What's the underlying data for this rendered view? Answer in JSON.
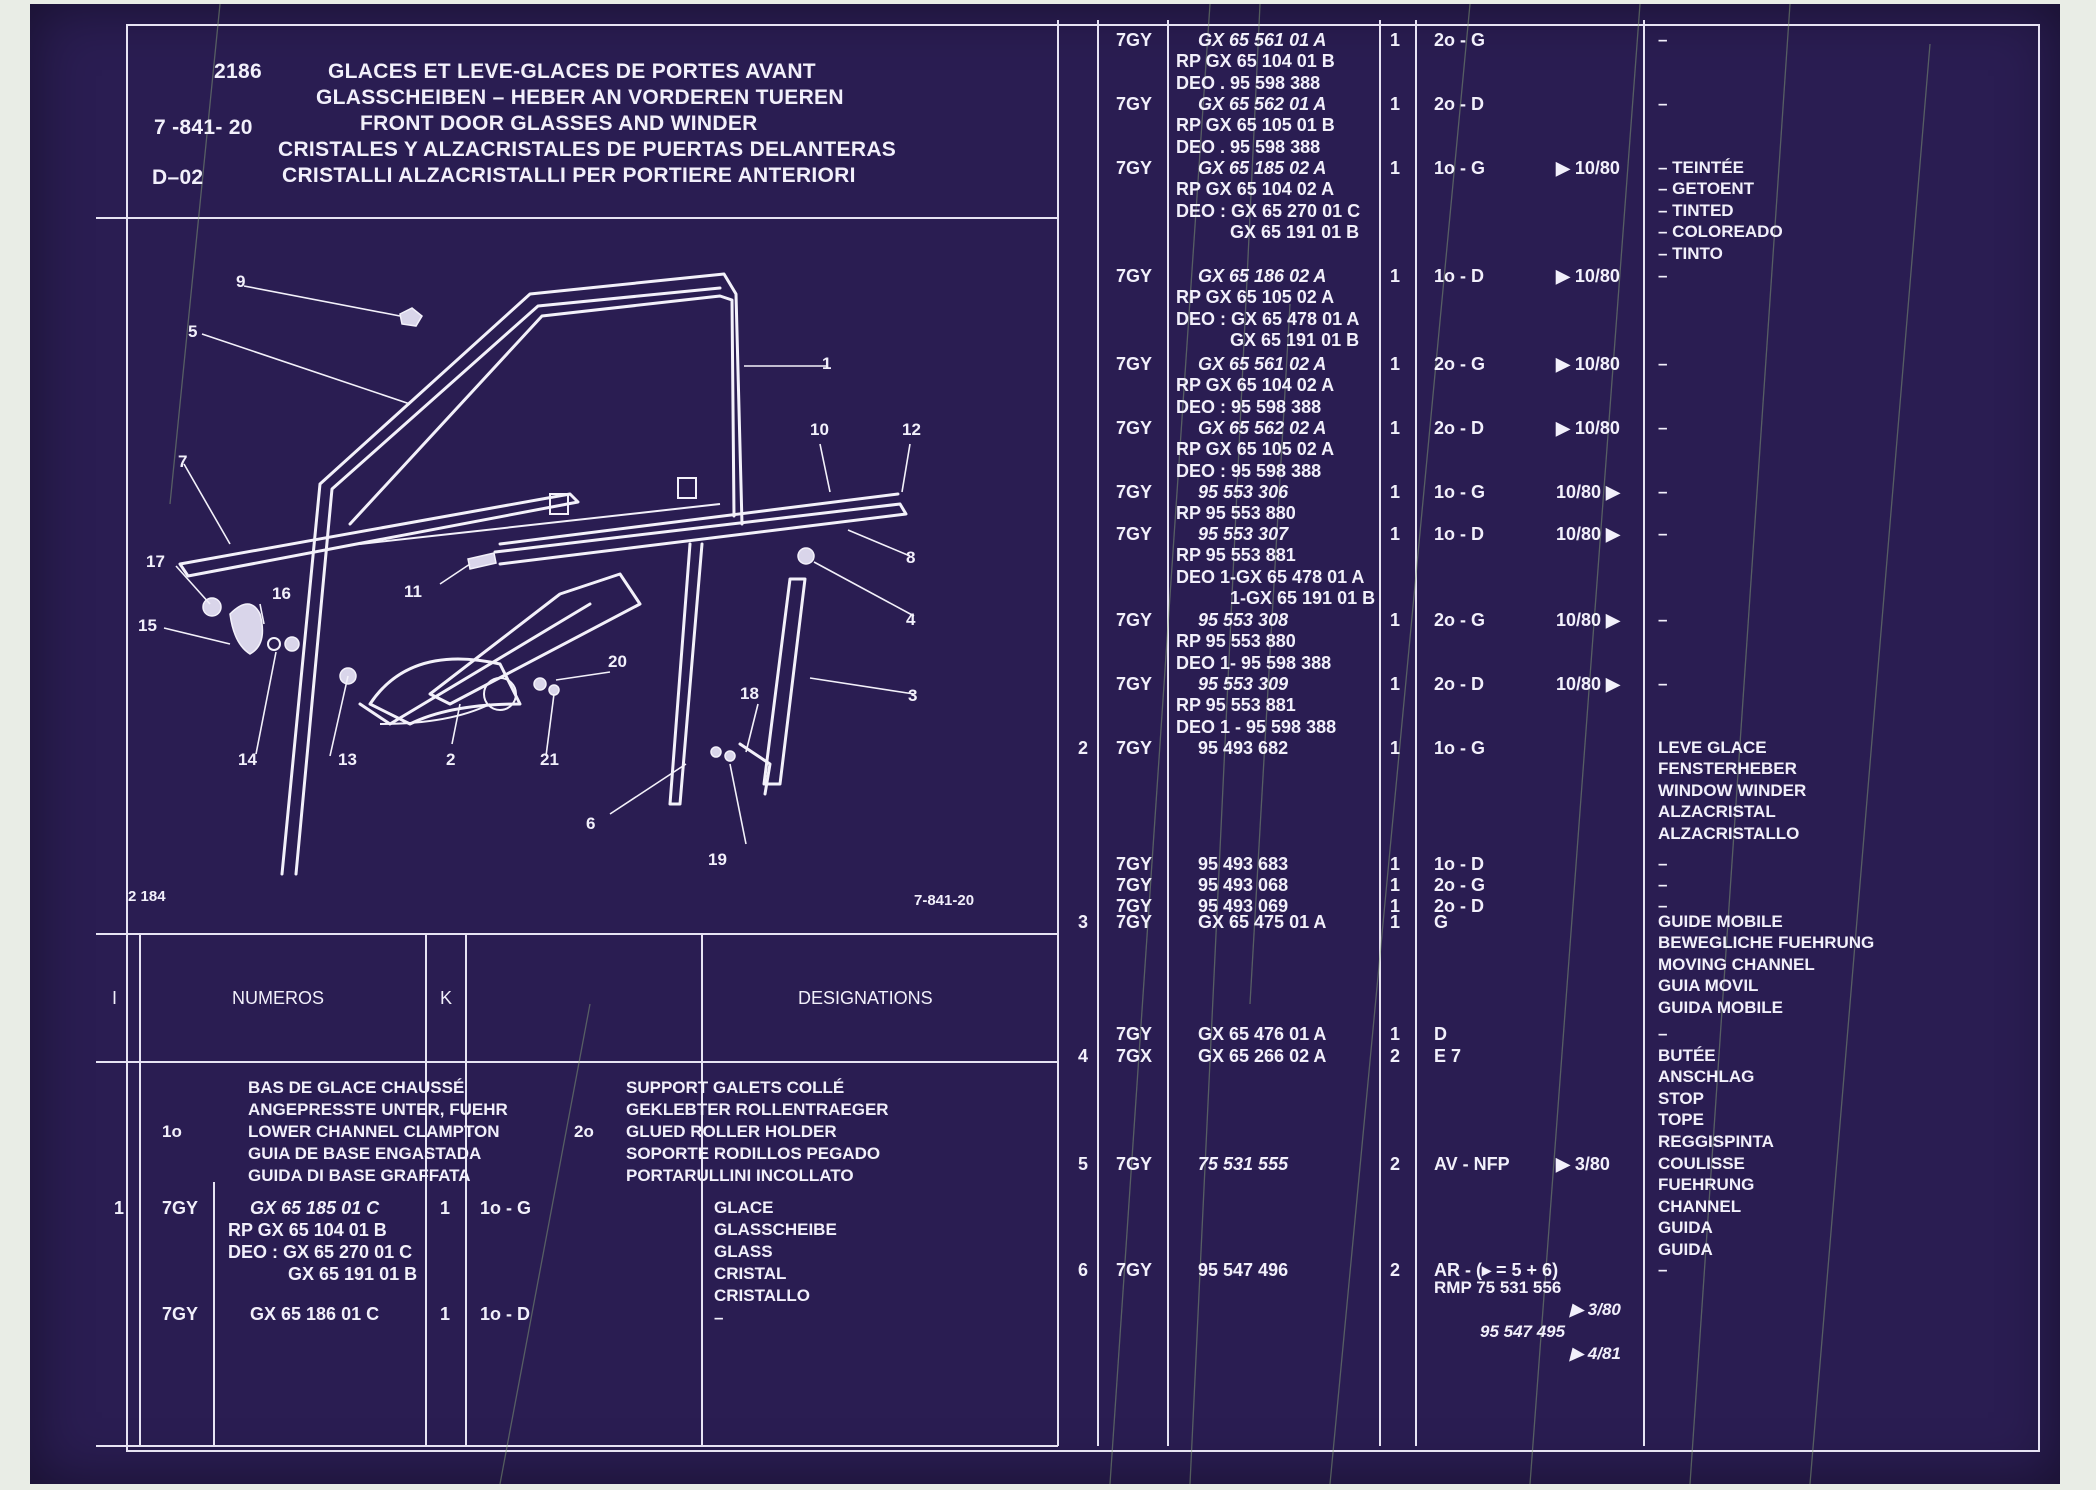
{
  "header": {
    "page_number": "2186",
    "ref_code": "7 -841- 20",
    "date_code": "D–02",
    "title_lines": [
      "GLACES ET LEVE-GLACES DE PORTES AVANT",
      "GLASSCHEIBEN – HEBER AN VORDEREN TUEREN",
      "FRONT DOOR GLASSES AND WINDER",
      "CRISTALES Y ALZACRISTALES DE PUERTAS DELANTERAS",
      "CRISTALLI ALZACRISTALLI PER PORTIERE ANTERIORI"
    ]
  },
  "diagram": {
    "callouts": [
      "1",
      "2",
      "3",
      "4",
      "5",
      "6",
      "7",
      "8",
      "9",
      "10",
      "11",
      "12",
      "13",
      "14",
      "15",
      "16",
      "17",
      "18",
      "19",
      "20",
      "21"
    ],
    "footer_left": "2 184",
    "footer_right": "7-841-20"
  },
  "table_header": {
    "col_i": "I",
    "col_numeros": "NUMEROS",
    "col_k": "K",
    "col_designations": "DESIGNATIONS"
  },
  "legend": {
    "code_1": "1o",
    "col1_lines": [
      "BAS DE GLACE CHAUSSÉ",
      "ANGEPRESSTE UNTER, FUEHR",
      "LOWER CHANNEL CLAMPTON",
      "GUIA DE BASE ENGASTADA",
      "GUIDA DI BASE GRAFFATA"
    ],
    "code_2": "2o",
    "col2_lines": [
      "SUPPORT GALETS COLLÉ",
      "GEKLEBTER ROLLENTRAEGER",
      "GLUED ROLLER HOLDER",
      "SOPORTE RODILLOS PEGADO",
      "PORTARULLINI INCOLLATO"
    ]
  },
  "left_rows": [
    {
      "item": "1",
      "code": "7GY",
      "numbers": [
        "GX 65 185 01 C",
        "RP GX 65 104 01 B",
        "DEO : GX 65 270 01 C",
        "GX 65 191 01 B"
      ],
      "qty": "1",
      "var": "1o - G",
      "desig": [
        "GLACE",
        "GLASSCHEIBE",
        "GLASS",
        "CRISTAL",
        "CRISTALLO"
      ]
    },
    {
      "item": "",
      "code": "7GY",
      "numbers": [
        "GX 65 186 01 C"
      ],
      "qty": "1",
      "var": "1o - D",
      "desig": [
        "–"
      ]
    }
  ],
  "right_rows": [
    {
      "item": "",
      "code": "7GY",
      "numbers": [
        "GX 65 561 01 A",
        "RP GX 65 104 01 B",
        "DEO . 95 598 388"
      ],
      "qty": "1",
      "var": "2o - G",
      "date": "",
      "desig": [
        "–"
      ]
    },
    {
      "item": "",
      "code": "7GY",
      "numbers": [
        "GX 65 562 01 A",
        "RP GX 65 105 01 B",
        "DEO . 95 598 388"
      ],
      "qty": "1",
      "var": "2o - D",
      "date": "",
      "desig": [
        "–"
      ]
    },
    {
      "item": "",
      "code": "7GY",
      "numbers": [
        "GX 65 185 02 A",
        "RP GX 65 104 02 A",
        "DEO : GX 65 270 01 C",
        "GX 65 191 01 B"
      ],
      "qty": "1",
      "var": "1o - G",
      "date": "▶ 10/80",
      "desig": [
        "– TEINTÉE",
        "– GETOENT",
        "– TINTED",
        "– COLOREADO",
        "– TINTO"
      ]
    },
    {
      "item": "",
      "code": "7GY",
      "numbers": [
        "GX 65 186 02 A",
        "RP GX 65 105 02 A",
        "DEO : GX 65 478 01 A",
        "GX 65 191 01 B"
      ],
      "qty": "1",
      "var": "1o - D",
      "date": "▶ 10/80",
      "desig": [
        "–"
      ]
    },
    {
      "item": "",
      "code": "7GY",
      "numbers": [
        "GX 65 561 02 A",
        "RP GX 65 104 02 A",
        "DEO : 95 598 388"
      ],
      "qty": "1",
      "var": "2o - G",
      "date": "▶ 10/80",
      "desig": [
        "–"
      ]
    },
    {
      "item": "",
      "code": "7GY",
      "numbers": [
        "GX 65 562 02 A",
        "RP GX 65 105 02 A",
        "DEO : 95 598 388"
      ],
      "qty": "1",
      "var": "2o - D",
      "date": "▶ 10/80",
      "desig": [
        "–"
      ]
    },
    {
      "item": "",
      "code": "7GY",
      "numbers": [
        "95 553 306",
        "RP 95 553 880"
      ],
      "qty": "1",
      "var": "1o - G",
      "date": "10/80 ▶",
      "desig": [
        "–"
      ]
    },
    {
      "item": "",
      "code": "7GY",
      "numbers": [
        "95 553 307",
        "RP 95 553 881",
        "DEO 1-GX 65 478 01 A",
        "1-GX 65 191 01 B"
      ],
      "qty": "1",
      "var": "1o - D",
      "date": "10/80 ▶",
      "desig": [
        "–"
      ]
    },
    {
      "item": "",
      "code": "7GY",
      "numbers": [
        "95 553 308",
        "RP 95 553 880",
        "DEO 1- 95 598 388"
      ],
      "qty": "1",
      "var": "2o - G",
      "date": "10/80 ▶",
      "desig": [
        "–"
      ]
    },
    {
      "item": "",
      "code": "7GY",
      "numbers": [
        "95 553 309",
        "RP 95 553 881",
        "DEO 1 - 95 598 388"
      ],
      "qty": "1",
      "var": "2o - D",
      "date": "10/80 ▶",
      "desig": [
        "–"
      ]
    },
    {
      "item": "2",
      "code": "7GY",
      "numbers": [
        "95 493 682"
      ],
      "qty": "1",
      "var": "1o - G",
      "date": "",
      "desig": [
        "LEVE GLACE",
        "FENSTERHEBER",
        "WINDOW WINDER",
        "ALZACRISTAL",
        "ALZACRISTALLO"
      ]
    },
    {
      "item": "",
      "code": "7GY",
      "numbers": [
        "95 493 683"
      ],
      "qty": "1",
      "var": "1o - D",
      "date": "",
      "desig": [
        "–"
      ]
    },
    {
      "item": "",
      "code": "7GY",
      "numbers": [
        "95 493 068"
      ],
      "qty": "1",
      "var": "2o - G",
      "date": "",
      "desig": [
        "–"
      ]
    },
    {
      "item": "",
      "code": "7GY",
      "numbers": [
        "95 493 069"
      ],
      "qty": "1",
      "var": "2o - D",
      "date": "",
      "desig": [
        "–"
      ]
    },
    {
      "item": "3",
      "code": "7GY",
      "numbers": [
        "GX 65 475 01 A"
      ],
      "qty": "1",
      "var": "G",
      "date": "",
      "desig": [
        "GUIDE MOBILE",
        "BEWEGLICHE FUEHRUNG",
        "MOVING CHANNEL",
        "GUIA MOVIL",
        "GUIDA MOBILE"
      ]
    },
    {
      "item": "",
      "code": "7GY",
      "numbers": [
        "GX 65 476 01 A"
      ],
      "qty": "1",
      "var": "D",
      "date": "",
      "desig": [
        "–"
      ]
    },
    {
      "item": "4",
      "code": "7GX",
      "numbers": [
        "GX 65 266 02 A"
      ],
      "qty": "2",
      "var": "E 7",
      "date": "",
      "desig": [
        "BUTÉE",
        "ANSCHLAG",
        "STOP",
        "TOPE",
        "REGGISPINTA"
      ]
    },
    {
      "item": "5",
      "code": "7GY",
      "numbers": [
        "75 531 555"
      ],
      "qty": "2",
      "var": "AV - NFP",
      "date": "▶ 3/80",
      "desig": [
        "COULISSE",
        "FUEHRUNG",
        "CHANNEL",
        "GUIDA",
        "GUIDA"
      ]
    },
    {
      "item": "6",
      "code": "7GY",
      "numbers": [
        "95 547 496"
      ],
      "qty": "2",
      "var": "AR - (▸ = 5 + 6)",
      "date": "",
      "desig": [
        "–"
      ]
    }
  ],
  "row6_notes": [
    "RMP 75 531 556",
    "▶ 3/80",
    "95 547 495",
    "▶ 4/81"
  ]
}
